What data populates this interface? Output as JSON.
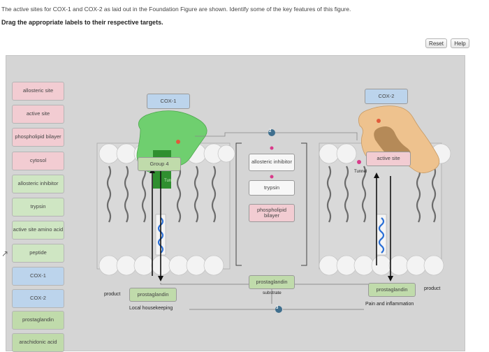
{
  "instructions": {
    "line1": "The active sites for COX-1 and COX-2 as laid out in the Foundation Figure are shown. Identify some of the key features of this figure.",
    "line2": "Drag the appropriate labels to their respective targets."
  },
  "toolbar": {
    "reset_label": "Reset",
    "help_label": "Help"
  },
  "label_bank": [
    {
      "text": "allosteric site",
      "color": "#f2ccd2"
    },
    {
      "text": "active site",
      "color": "#f2ccd2"
    },
    {
      "text": "phospholipid bilayer",
      "color": "#f2ccd2"
    },
    {
      "text": "cytosol",
      "color": "#f2ccd2"
    },
    {
      "text": "allosteric inhibitor",
      "color": "#cfe6c3"
    },
    {
      "text": "trypsin",
      "color": "#cfe6c3"
    },
    {
      "text": "active site amino acid",
      "color": "#cfe6c3"
    },
    {
      "text": "peptide",
      "color": "#cfe6c3"
    },
    {
      "text": "COX-1",
      "color": "#bcd4ec"
    },
    {
      "text": "COX-2",
      "color": "#bcd4ec"
    },
    {
      "text": "prostaglandin",
      "color": "#c0dbab"
    },
    {
      "text": "arachidonic acid",
      "color": "#c0dbab"
    }
  ],
  "targets": {
    "cox1": "COX-1",
    "cox2": "COX-2",
    "group4": "Group 4",
    "active_site": "active site",
    "allosteric_inhibitor": "allosteric inhibitor",
    "trypsin": "trypsin",
    "phospholipid_bilayer": "phospholipid bilayer",
    "prostaglandin_left": "prostaglandin",
    "prostaglandin_substrate": "prostaglandin",
    "prostaglandin_right": "prostaglandin"
  },
  "diagram_text": {
    "tunnel_left": "Tunnel",
    "tunnel_right": "Tunnel",
    "product_left": "product",
    "product_right": "product",
    "substrate": "substrate",
    "local_housekeeping": "Local housekeeping",
    "pain_inflammation": "Pain and inflammation",
    "badge_top": "2",
    "badge_bottom": "3"
  },
  "colors": {
    "cox1_enzyme": "#6fcf6f",
    "cox2_enzyme": "#eec28e",
    "membrane_head": "#f2f2f2",
    "workspace_bg": "#d5d5d5",
    "badge": "#3f6f8e"
  }
}
